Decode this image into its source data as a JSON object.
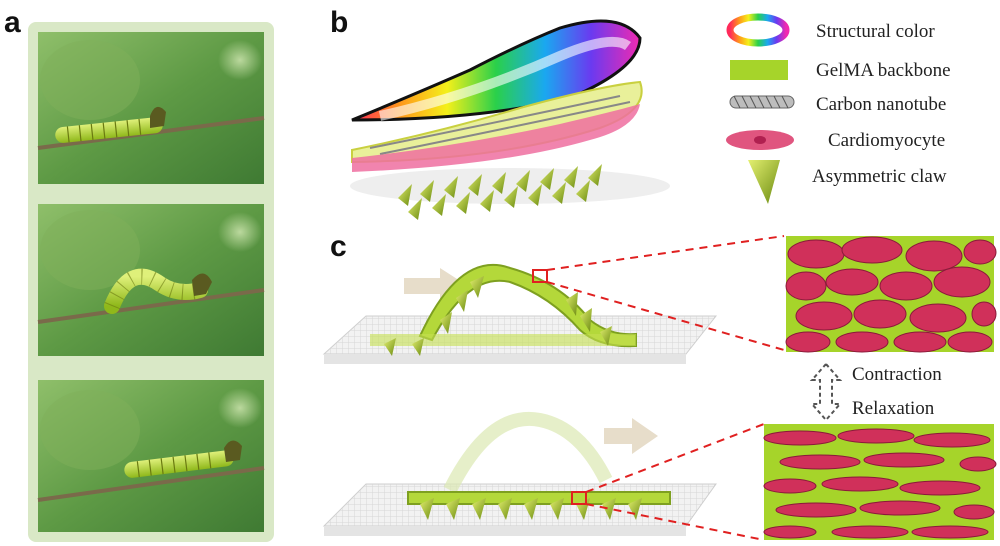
{
  "panels": {
    "a": "a",
    "b": "b",
    "c": "c"
  },
  "legend": [
    {
      "key": "structural-color",
      "label": "Structural color"
    },
    {
      "key": "gelma-backbone",
      "label": "GelMA backbone"
    },
    {
      "key": "carbon-nanotube",
      "label": "Carbon nanotube"
    },
    {
      "key": "cardiomyocyte",
      "label": "Cardiomyocyte"
    },
    {
      "key": "asymmetric-claw",
      "label": "Asymmetric claw"
    }
  ],
  "annotations": {
    "contraction": "Contraction",
    "relaxation": "Relaxation"
  },
  "colors": {
    "gelma": "#a6d42a",
    "cardiomyocyte": "#d0305a",
    "caterpillar": "#c9d12a",
    "frame": "#d7e6c4"
  }
}
